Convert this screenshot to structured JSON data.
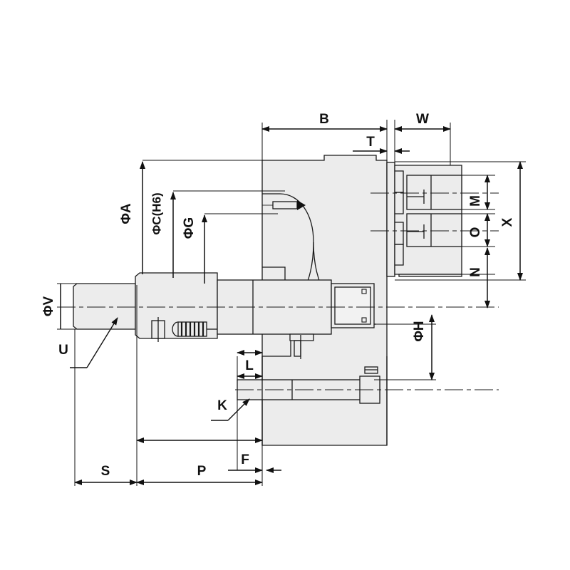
{
  "drawing": {
    "title": "Mechanical Assembly Cross-Section Dimension Drawing",
    "background_color": "#ffffff",
    "line_color": "#1a1a1a",
    "fill_color": "#ececec",
    "dimensions": {
      "B": {
        "label": "B",
        "orientation": "horizontal",
        "position": "top"
      },
      "W": {
        "label": "W",
        "orientation": "horizontal",
        "position": "top"
      },
      "T": {
        "label": "T",
        "orientation": "horizontal",
        "position": "top"
      },
      "PHI_A": {
        "label": "ΦA",
        "orientation": "vertical",
        "position": "left"
      },
      "PHI_C": {
        "label": "ΦC(H6)",
        "orientation": "vertical",
        "position": "left"
      },
      "PHI_G": {
        "label": "ΦG",
        "orientation": "vertical",
        "position": "left"
      },
      "PHI_V": {
        "label": "ΦV",
        "orientation": "vertical",
        "position": "left"
      },
      "PHI_H": {
        "label": "ΦH",
        "orientation": "vertical",
        "position": "right"
      },
      "M": {
        "label": "M",
        "orientation": "vertical",
        "position": "right"
      },
      "O": {
        "label": "O",
        "orientation": "vertical",
        "position": "right"
      },
      "N": {
        "label": "N",
        "orientation": "vertical",
        "position": "right"
      },
      "X": {
        "label": "X",
        "orientation": "vertical",
        "position": "right"
      },
      "S": {
        "label": "S",
        "orientation": "horizontal",
        "position": "bottom"
      },
      "P": {
        "label": "P",
        "orientation": "horizontal",
        "position": "bottom"
      },
      "F": {
        "label": "F",
        "orientation": "horizontal",
        "position": "bottom"
      },
      "L": {
        "label": "L",
        "orientation": "horizontal",
        "position": "middle"
      },
      "U": {
        "label": "U",
        "orientation": "leader",
        "position": "left"
      },
      "K": {
        "label": "K",
        "orientation": "leader",
        "position": "bottom-left"
      }
    }
  }
}
